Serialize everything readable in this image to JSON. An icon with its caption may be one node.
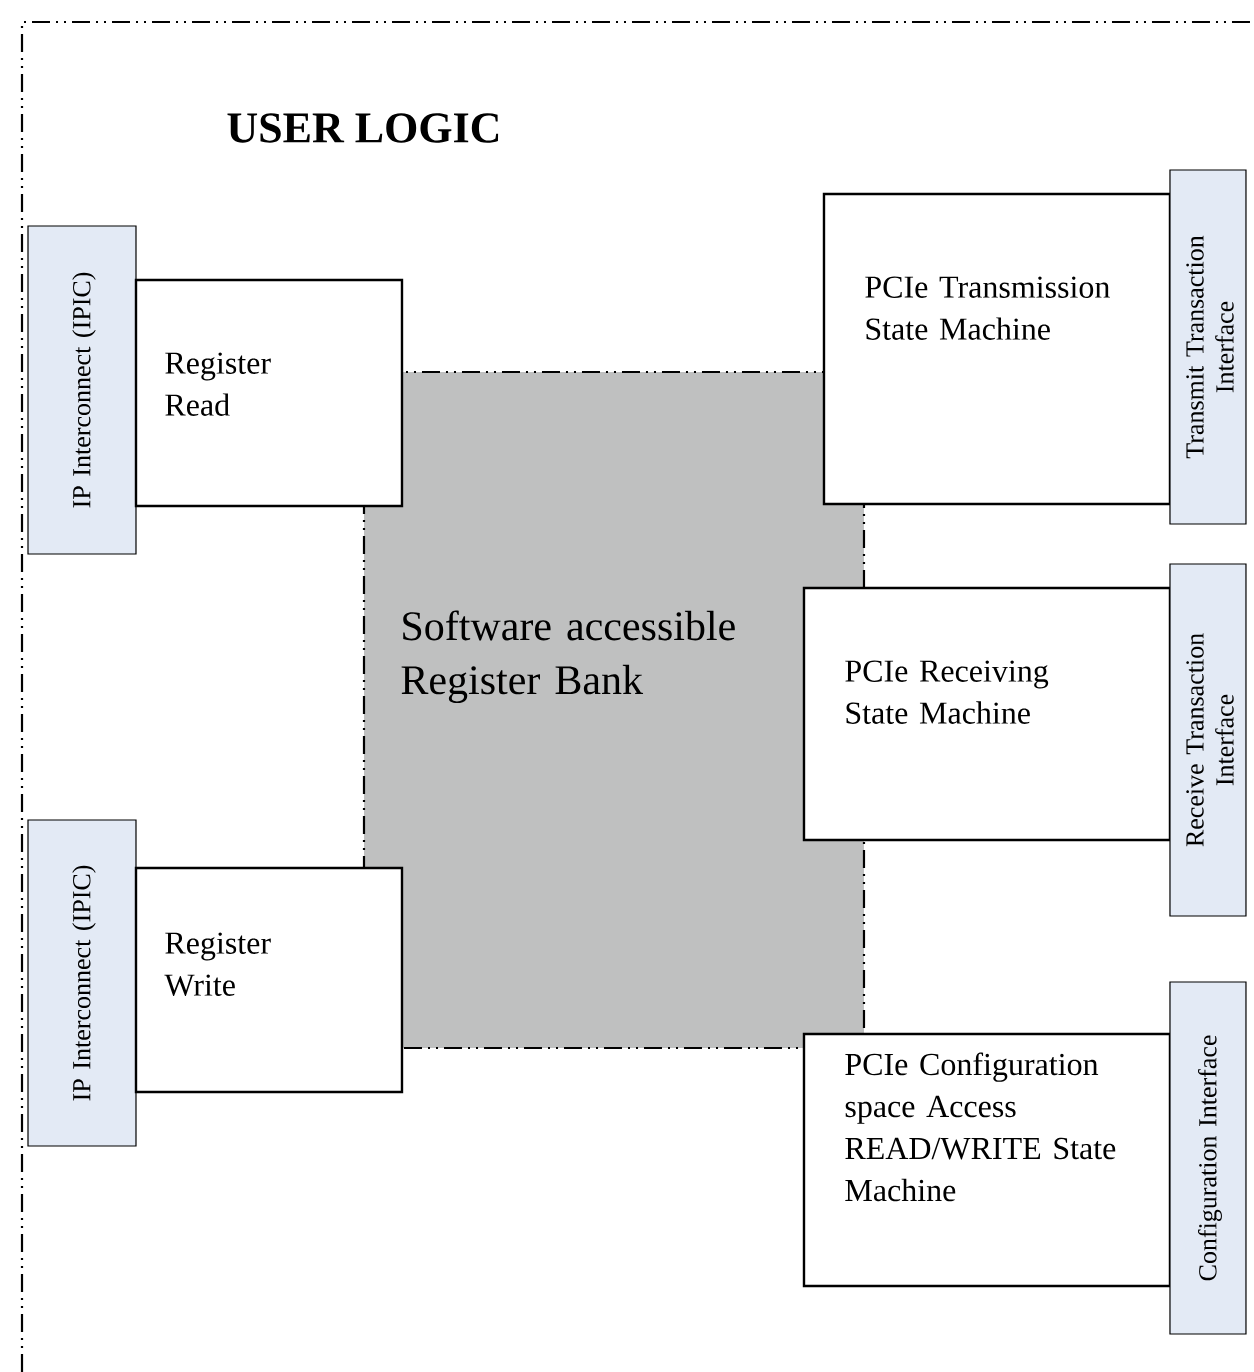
{
  "diagram": {
    "nodes": [
      {
        "text": [
          "USER LOGIC"
        ]
      },
      {
        "text": [
          "IP Interconnect (IPIC)"
        ],
        "in": 0
      },
      {
        "text": [
          "Register Read"
        ],
        "in": 0
      },
      {
        "text": [
          "PCIe Transmission State Machine"
        ],
        "in": 0
      },
      {
        "text": [
          "Transmit Transaction Interface"
        ],
        "in": 0
      },
      {
        "text": [
          "Software accessible Register Bank"
        ],
        "in": 0
      },
      {
        "text": [
          "PCIe Receiving State Machine"
        ],
        "in": 0
      },
      {
        "text": [
          "Receive Transaction Interface"
        ],
        "in": 0
      },
      {
        "text": [
          "IP Interconnect (IPIC)"
        ],
        "in": 0
      },
      {
        "text": [
          "Register Write"
        ],
        "in": 0
      },
      {
        "text": [
          "PCIe Configuration space Access READ/WRITE State Machine"
        ],
        "in": 0
      },
      {
        "text": [
          "Configuration Interface"
        ],
        "in": 0
      }
    ]
  }
}
